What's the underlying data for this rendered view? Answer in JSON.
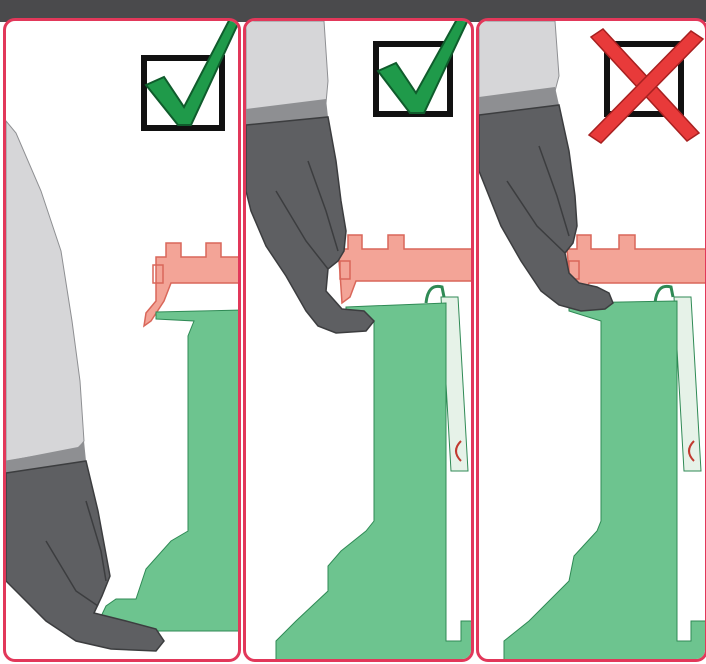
{
  "colors": {
    "frame": "#e2385a",
    "topbar": "#4a4a4c",
    "part_green": "#6dc48f",
    "part_dark_green": "#2f8a55",
    "rail_pink": "#f3a497",
    "rail_dark": "#d9675a",
    "sleeve": "#d6d6d8",
    "glove": "#5e5f62",
    "glove_dark": "#3c3d3f",
    "cuff": "#8e8f92",
    "check_green": "#1f9a4a",
    "cross_red": "#e83a3a",
    "cover_strip": "#e6f2e8"
  },
  "panels": [
    {
      "id": "panel-1",
      "verdict": "correct",
      "mark_icon": "check-mark-icon"
    },
    {
      "id": "panel-2",
      "verdict": "correct",
      "mark_icon": "check-mark-icon"
    },
    {
      "id": "panel-3",
      "verdict": "incorrect",
      "mark_icon": "cross-mark-icon"
    }
  ]
}
